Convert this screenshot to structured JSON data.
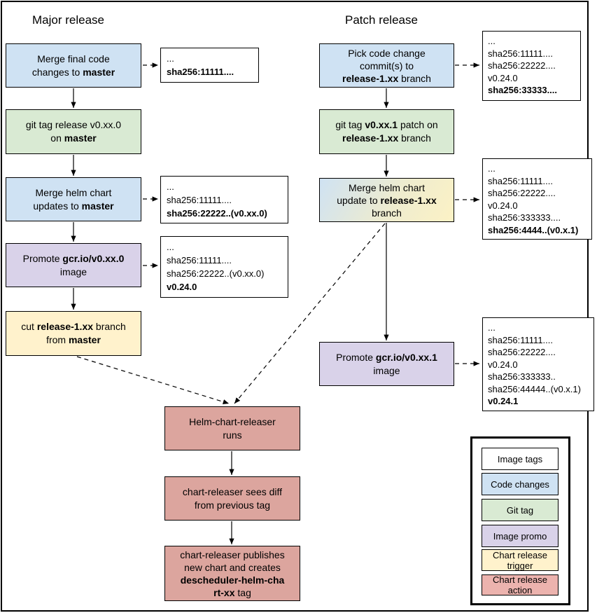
{
  "titles": {
    "major": "Major release",
    "patch": "Patch release"
  },
  "colors": {
    "code_changes": "#cfe2f3",
    "git_tag": "#d9ead3",
    "image_promo": "#d9d2e9",
    "chart_trigger": "#fff2cc",
    "chart_action": "#dca59e",
    "tag_bg": "#ffffff",
    "merge_patch_gradient": "linear-gradient(120deg,#cfe2f3 0%,#eeeccf 55%,#fcf2c5 100%)"
  },
  "major_flow": {
    "merge_code": "Merge final code\nchanges to **master**",
    "tag_after_merge": "...\n**sha256:11111....**",
    "git_tag": "git tag release v0.xx.0\non **master**",
    "merge_helm": "Merge helm chart\nupdates to **master**",
    "tag_after_helm": "...\nsha256:11111....\n**sha256:22222..(v0.xx.0)**",
    "promote": "Promote **gcr.io/v0.xx.0**\nimage",
    "tag_after_promote": "...\nsha256:11111....\nsha256:22222..(v0.xx.0)\n**v0.24.0**",
    "cut_branch": "cut **release-1.xx** branch\nfrom **master**"
  },
  "patch_flow": {
    "pick_commits": "Pick code change\ncommit(s) to\n**release-1.xx** branch",
    "tag_after_pick": "...\nsha256:11111....\nsha256:22222....\nv0.24.0\n**sha256:33333....**",
    "git_tag": "git tag **v0.xx.1** patch on\n**release-1.xx** branch",
    "merge_helm": "Merge helm chart\nupdate to **release-1.xx**\nbranch",
    "tag_after_helm": "...\nsha256:11111....\nsha256:22222....\nv0.24.0\nsha256:333333....\n**sha256:4444..(v0.x.1)**",
    "promote": "Promote **gcr.io/v0.xx.1**\nimage",
    "tag_after_promote": "...\nsha256:11111....\nsha256:22222....\nv0.24.0\nsha256:333333..\nsha256:44444..(v0.x.1)\n**v0.24.1**"
  },
  "chart_release_flow": {
    "runs": "Helm-chart-releaser\nruns",
    "sees_diff": "chart-releaser sees diff\nfrom previous tag",
    "publishes": "chart-releaser publishes\nnew chart and creates\n**descheduler-helm-cha**\n**rt-xx** tag"
  },
  "legend": {
    "items": [
      {
        "label": "Image tags",
        "color": "#ffffff"
      },
      {
        "label": "Code changes",
        "color": "#cfe2f3"
      },
      {
        "label": "Git tag",
        "color": "#d9ead3"
      },
      {
        "label": "Image promo",
        "color": "#d9d2e9"
      },
      {
        "label": "Chart release\ntrigger",
        "color": "#fff2cc"
      },
      {
        "label": "Chart release\naction",
        "color": "#ecb3ae"
      }
    ]
  }
}
